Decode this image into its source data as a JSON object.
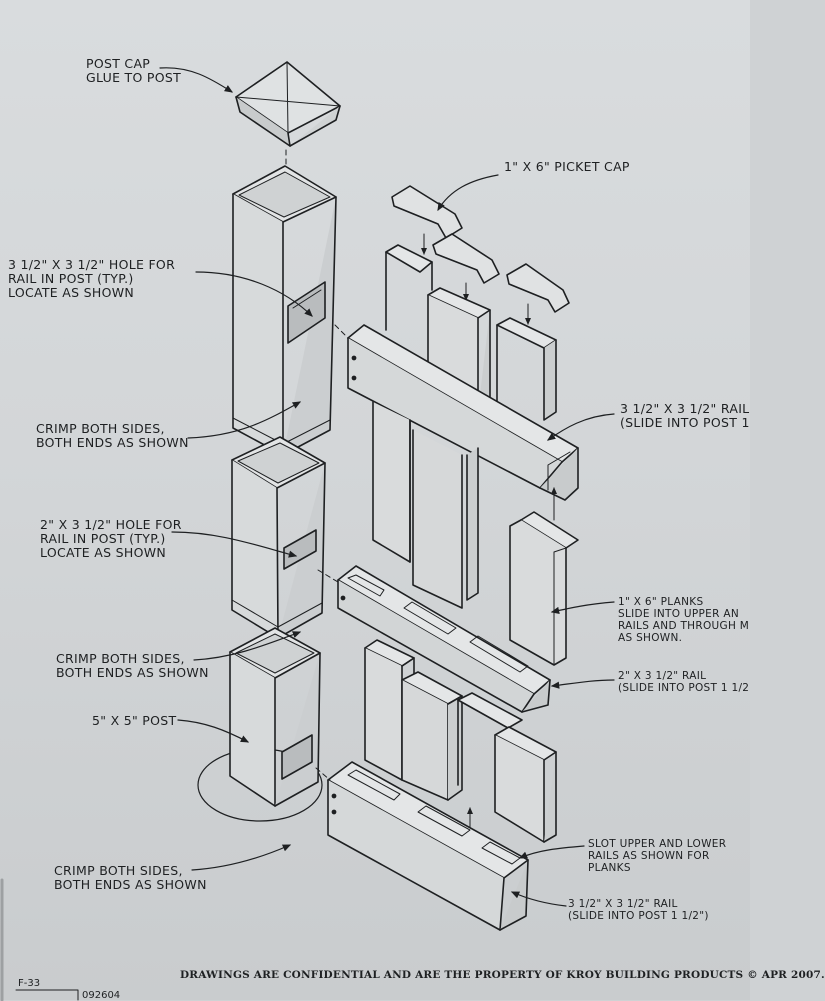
{
  "labels": {
    "post_cap": [
      "POST CAP",
      "GLUE TO POST"
    ],
    "picket_cap": [
      "1\" X 6\" PICKET CAP"
    ],
    "hole_upper": [
      "3 1/2\" X 3 1/2\" HOLE FOR",
      "RAIL IN POST (TYP.)",
      "LOCATE AS SHOWN"
    ],
    "crimp_1": [
      "CRIMP BOTH SIDES,",
      "BOTH ENDS AS SHOWN"
    ],
    "rail_upper": [
      "3 1/2\" X 3 1/2\" RAIL",
      "(SLIDE INTO POST 1"
    ],
    "hole_middle": [
      "2\" X 3 1/2\" HOLE FOR",
      "RAIL IN POST (TYP.)",
      "LOCATE AS SHOWN"
    ],
    "planks": [
      "1\" X 6\" PLANKS",
      "SLIDE INTO UPPER AN",
      "RAILS AND THROUGH M",
      "AS SHOWN."
    ],
    "crimp_2": [
      "CRIMP BOTH SIDES,",
      "BOTH ENDS AS SHOWN"
    ],
    "rail_middle": [
      "2\" X 3 1/2\" RAIL",
      "(SLIDE INTO POST 1 1/2"
    ],
    "post": [
      "5\" X 5\" POST"
    ],
    "slot_note": [
      "SLOT UPPER AND LOWER",
      "RAILS AS SHOWN FOR",
      "PLANKS"
    ],
    "crimp_3": [
      "CRIMP BOTH SIDES,",
      "BOTH ENDS AS SHOWN"
    ],
    "rail_lower": [
      "3 1/2\" X 3 1/2\" RAIL",
      "(SLIDE INTO POST 1 1/2\")"
    ]
  },
  "footer": {
    "notice": "DRAWINGS ARE CONFIDENTIAL AND ARE THE PROPERTY OF KROY BUILDING PRODUCTS © APR 2007.",
    "page_code": "F-33",
    "drawing_number": "092604"
  },
  "colors": {
    "paper": "#d6d9db",
    "ink": "#1e2022"
  }
}
